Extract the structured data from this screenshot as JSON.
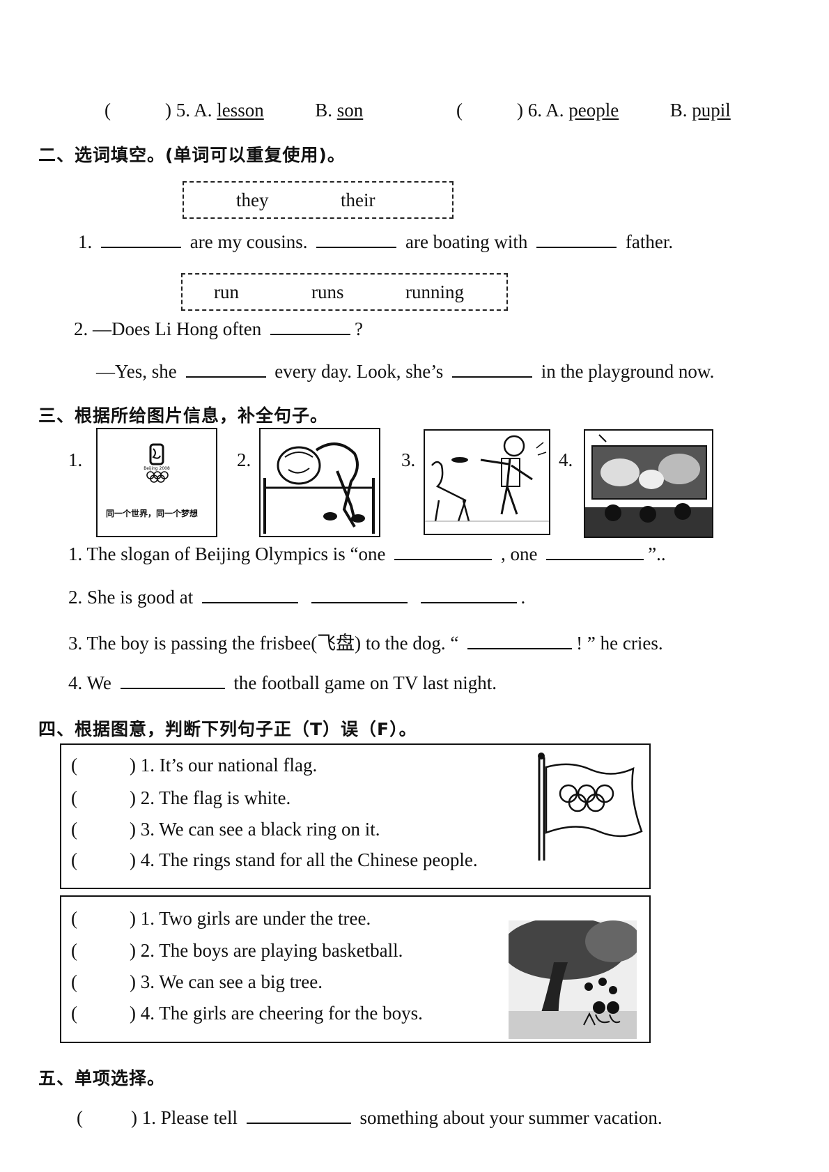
{
  "part1": {
    "q5": {
      "paren": "(",
      "close": ") 5. A.",
      "a": "lesson",
      "b_label": "B.",
      "b": "son"
    },
    "q6": {
      "paren": "(",
      "close": ") 6. A.",
      "a": "people",
      "b_label": "B.",
      "b": "pupil"
    }
  },
  "part2": {
    "heading": "二、选词填空。(单词可以重复使用)。",
    "box1": [
      "they",
      "their"
    ],
    "q1": {
      "num": "1.",
      "t1": "are my cousins.",
      "t2": "are boating with",
      "t3": "father."
    },
    "box2": [
      "run",
      "runs",
      "running"
    ],
    "q2": {
      "num": "2.",
      "t1": "—Does Li Hong often",
      "t2": "?",
      "t3": "—Yes, she",
      "t4": "every day. Look, she’s",
      "t5": "in the playground now."
    }
  },
  "part3": {
    "heading": "三、根据所给图片信息，补全句子。",
    "pic_nums": [
      "1.",
      "2.",
      "3.",
      "4."
    ],
    "pic1_caption": "同一个世界，同一个梦想",
    "s1": {
      "a": "1.  The slogan of Beijing Olympics is “one",
      "b": ", one",
      "c": "”.."
    },
    "s2": {
      "a": "2.  She is good at",
      "b": "."
    },
    "s3": {
      "a": "3.  The boy is passing the frisbee(飞盘) to the dog. “",
      "b": "! ” he cries."
    },
    "s4": {
      "a": "4. We",
      "b": "the football game on TV last night."
    }
  },
  "part4": {
    "heading": "四、根据图意，判断下列句子正（T）误（F）。",
    "group1": [
      "1. It’s our national flag.",
      "2. The flag is white.",
      "3. We can see a black ring on it.",
      "4. The rings stand for all the Chinese people."
    ],
    "group2": [
      "1. Two girls are under the tree.",
      "2. The boys are playing basketball.",
      "3. We can see a big tree.",
      "4. The girls are cheering for the boys."
    ]
  },
  "part5": {
    "heading": "五、单项选择。",
    "q1": {
      "paren": "(",
      "a": ") 1. Please tell",
      "b": "something about your summer vacation."
    }
  }
}
